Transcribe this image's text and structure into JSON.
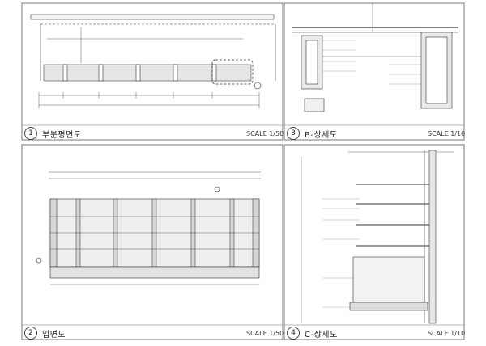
{
  "panels": [
    {
      "number": "1",
      "title": "부분평면도",
      "scale": "SCALE 1/50"
    },
    {
      "number": "2",
      "title": "입면도",
      "scale": "SCALE 1/50"
    },
    {
      "number": "3",
      "title": "B-상세도",
      "scale": "SCALE 1/10"
    },
    {
      "number": "4",
      "title": "C-상세도",
      "scale": "SCALE 1/10"
    }
  ]
}
